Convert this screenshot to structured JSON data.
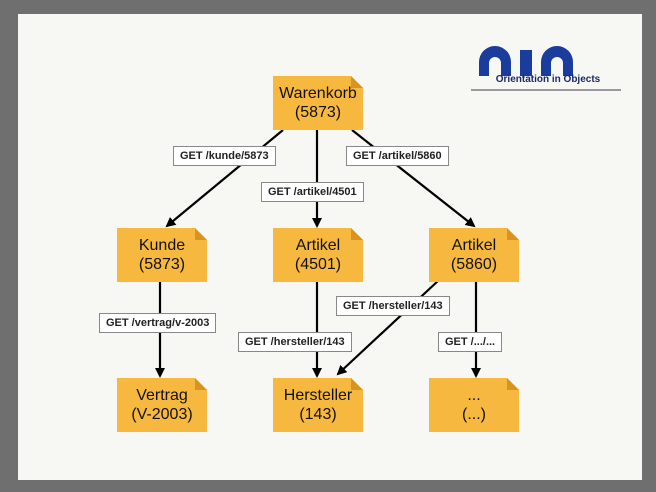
{
  "logo": {
    "text": "Orientation in Objects"
  },
  "nodes": {
    "warenkorb": {
      "title": "Warenkorb",
      "id": "(5873)"
    },
    "kunde": {
      "title": "Kunde",
      "id": "(5873)"
    },
    "artikel_4501": {
      "title": "Artikel",
      "id": "(4501)"
    },
    "artikel_5860": {
      "title": "Artikel",
      "id": "(5860)"
    },
    "vertrag": {
      "title": "Vertrag",
      "id": "(V-2003)"
    },
    "hersteller": {
      "title": "Hersteller",
      "id": "(143)"
    },
    "more": {
      "title": "...",
      "id": "(...)"
    }
  },
  "edges": {
    "get_kunde": "GET /kunde/5873",
    "get_artikel_4501": "GET /artikel/4501",
    "get_artikel_5860": "GET /artikel/5860",
    "get_vertrag": "GET /vertrag/v-2003",
    "get_hersteller_a": "GET /hersteller/143",
    "get_hersteller_b": "GET /hersteller/143",
    "get_more": "GET /.../..."
  },
  "colors": {
    "node_fill": "#f7b840",
    "node_fold": "#d99420",
    "logo_blue": "#1a3c9c"
  }
}
